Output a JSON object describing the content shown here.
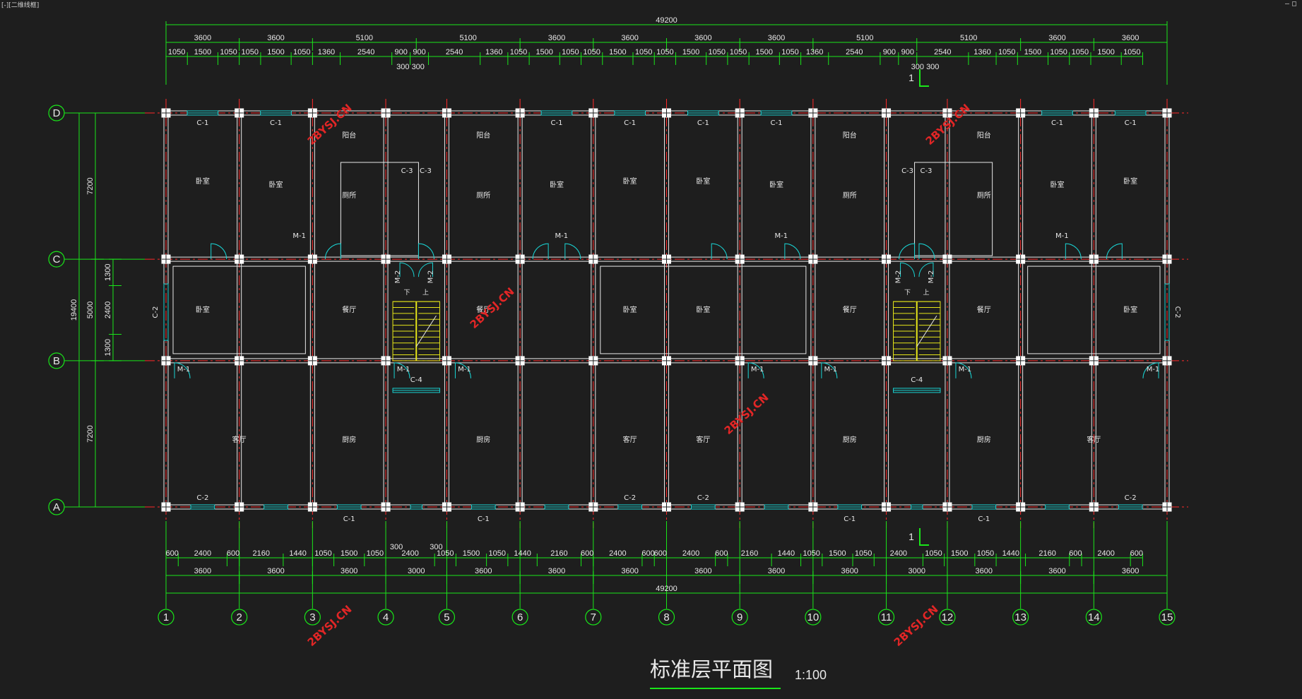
{
  "window": {
    "tab_title": "[-][二维线框]",
    "controls": [
      "–",
      "□"
    ]
  },
  "drawing": {
    "title": "标准层平面图",
    "scale": "1:100",
    "watermark": "2BYSJ.CN",
    "section_mark": "1",
    "column_axes": [
      "1",
      "2",
      "3",
      "4",
      "5",
      "6",
      "7",
      "8",
      "9",
      "10",
      "11",
      "12",
      "13",
      "14",
      "15"
    ],
    "row_axes": [
      "D",
      "C",
      "B",
      "A"
    ],
    "top_overall": "49200",
    "top_bays": [
      "3600",
      "3600",
      "5100",
      "5100",
      "3600",
      "3600",
      "3600",
      "3600",
      "5100",
      "5100",
      "3600",
      "3600"
    ],
    "top_details": [
      "1050",
      "1500",
      "1050",
      "1050",
      "1500",
      "1050",
      "1360",
      "2540",
      "900",
      "900",
      "2540",
      "1360",
      "1050",
      "1500",
      "1050",
      "1050",
      "1500",
      "1050",
      "1050",
      "1500",
      "1050",
      "1050",
      "1500",
      "1050",
      "1360",
      "2540",
      "900",
      "900",
      "2540",
      "1360",
      "1050",
      "1500",
      "1050",
      "1050",
      "1500",
      "1050"
    ],
    "top_extra_left": "300 300",
    "top_extra_right": "300 300",
    "bottom_overall": "49200",
    "bottom_bays": [
      "3600",
      "3600",
      "3600",
      "3000",
      "3600",
      "3600",
      "3600",
      "3600",
      "3600",
      "3600",
      "3000",
      "3600",
      "3600",
      "3600"
    ],
    "bottom_details": [
      "600",
      "2400",
      "600",
      "2160",
      "1440",
      "1050",
      "1500",
      "1050",
      "2400",
      "1050",
      "1500",
      "1050",
      "1440",
      "2160",
      "600",
      "2400",
      "600",
      "600",
      "2400",
      "600",
      "2160",
      "1440",
      "1050",
      "1500",
      "1050",
      "2400",
      "1050",
      "1500",
      "1050",
      "1440",
      "2160",
      "600",
      "2400",
      "600"
    ],
    "bottom_extra": [
      "300",
      "300"
    ],
    "left_overall": "19400",
    "left_bays": [
      "7200",
      "5000",
      "7200"
    ],
    "left_details": [
      "1300",
      "2400",
      "1300"
    ],
    "rooms": {
      "bedroom": "卧室",
      "living": "客厅",
      "dining": "餐厅",
      "kitchen": "厨房",
      "toilet": "厕所",
      "balcony": "阳台",
      "stair_down": "下",
      "stair_up": "上"
    },
    "tags": {
      "c1": "C-1",
      "c2": "C-2",
      "c3": "C-3",
      "c4": "C-4",
      "m1": "M-1",
      "m2": "M-2"
    },
    "colors": {
      "background": "#1e1e1e",
      "axis": "#ff2a2a",
      "wall": "#e8e8e8",
      "dimension": "#19e619",
      "window": "#19d3d3",
      "stair": "#e6e619",
      "column": "#ffffff",
      "watermark": "#e32626"
    }
  }
}
